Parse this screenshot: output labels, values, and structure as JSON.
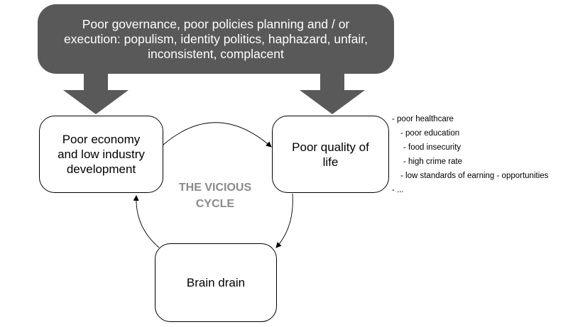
{
  "top_box": {
    "lines": [
      "Poor governance, poor policies planning and / or",
      "execution: populism, identity politics, haphazard, unfair,",
      "inconsistent, complacent"
    ]
  },
  "boxes": {
    "economy": [
      "Poor economy",
      "and low industry",
      "development"
    ],
    "quality": [
      "Poor quality of",
      "life"
    ],
    "brain": [
      "Brain drain"
    ]
  },
  "center_label": [
    "THE VICIOUS",
    "CYCLE"
  ],
  "bullets": [
    "- poor healthcare",
    "- poor education",
    "- food insecurity",
    "- high crime rate",
    "- low standards of earning - opportunities",
    "- ..."
  ],
  "colors": {
    "top_box_fill": "#595959",
    "arrow_fill": "#595959",
    "center_label": "#8a8a8a"
  }
}
